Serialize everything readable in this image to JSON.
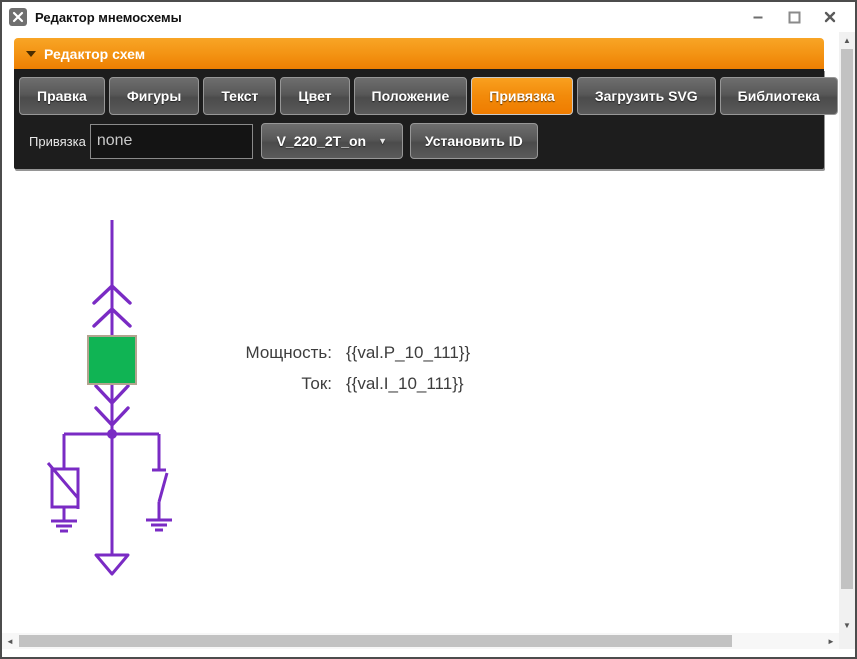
{
  "window": {
    "title": "Редактор мнемосхемы",
    "icons": {
      "app_icon": "crossed-tools",
      "minimize": "–",
      "maximize": "▢",
      "close": "✕"
    }
  },
  "header": {
    "title": "Редактор схем",
    "collapse_icon": "triangle-down"
  },
  "toolbar": {
    "tabs": [
      {
        "label": "Правка",
        "active": false
      },
      {
        "label": "Фигуры",
        "active": false
      },
      {
        "label": "Текст",
        "active": false
      },
      {
        "label": "Цвет",
        "active": false
      },
      {
        "label": "Положение",
        "active": false
      },
      {
        "label": "Привязка",
        "active": true
      },
      {
        "label": "Загрузить SVG",
        "active": false
      },
      {
        "label": "Библиотека",
        "active": false
      }
    ],
    "active_tab": "Привязка"
  },
  "binding_row": {
    "label": "Привязка",
    "input_value": "none",
    "dropdown_value": "V_220_2T_on",
    "dropdown_caret": "▼",
    "set_id_button": "Установить ID"
  },
  "canvas": {
    "readout": {
      "power_label": "Мощность:",
      "power_value": "{{val.P_10_111}}",
      "current_label": "Ток:",
      "current_value": "{{val.I_10_111}}"
    },
    "schematic": {
      "line_color": "#7a2bc4",
      "device_fill": "#10b454",
      "device_border": "#b3a48f",
      "arrow_fill": "#ffffff"
    }
  },
  "scrollbars": {
    "up_arrow": "▲",
    "down_arrow": "▼",
    "left_arrow": "◄",
    "right_arrow": "►"
  },
  "colors": {
    "accent_orange": "#f28a0a",
    "panel_background": "#1d1d1d",
    "text_dark": "#3d3d3d"
  }
}
